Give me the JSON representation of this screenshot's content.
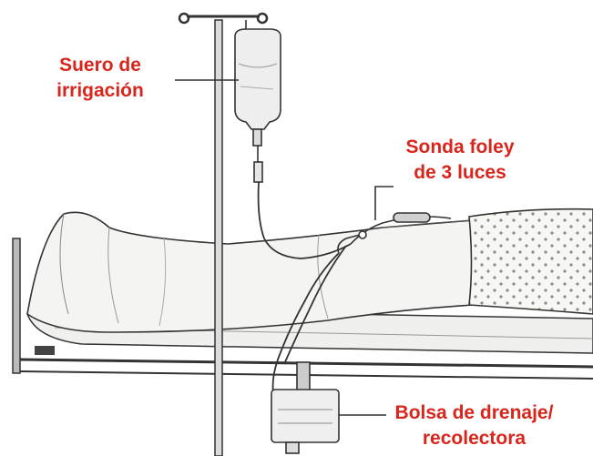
{
  "labels": {
    "suero": {
      "line1": "Suero de",
      "line2": "irrigación"
    },
    "sonda": {
      "line1": "Sonda foley",
      "line2": "de 3 luces"
    },
    "bolsa": {
      "line1": "Bolsa de drenaje/",
      "line2": "recolectora"
    }
  },
  "colors": {
    "label": "#d8261c",
    "ink": "#333333",
    "blanket": "#f4f4f2",
    "gown_dots": "#8a8a8a"
  },
  "icons": [
    "iv-pole",
    "irrigation-bag",
    "foley-catheter",
    "hospital-bed",
    "drainage-bag"
  ]
}
